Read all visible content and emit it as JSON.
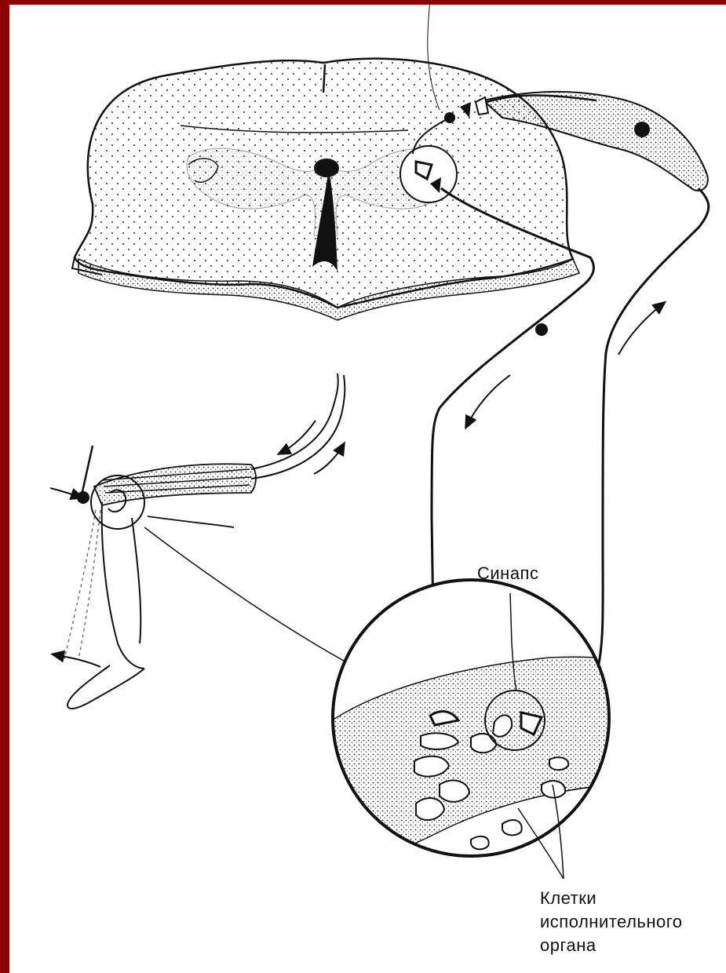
{
  "colors": {
    "frame": "#8b0000",
    "ink": "#111111",
    "paper": "#ffffff",
    "tissue": "#f2f2f2"
  },
  "labels": {
    "synapse": "Синапс",
    "effector_cells": [
      "Клетки",
      "исполнительного",
      "органа"
    ]
  }
}
